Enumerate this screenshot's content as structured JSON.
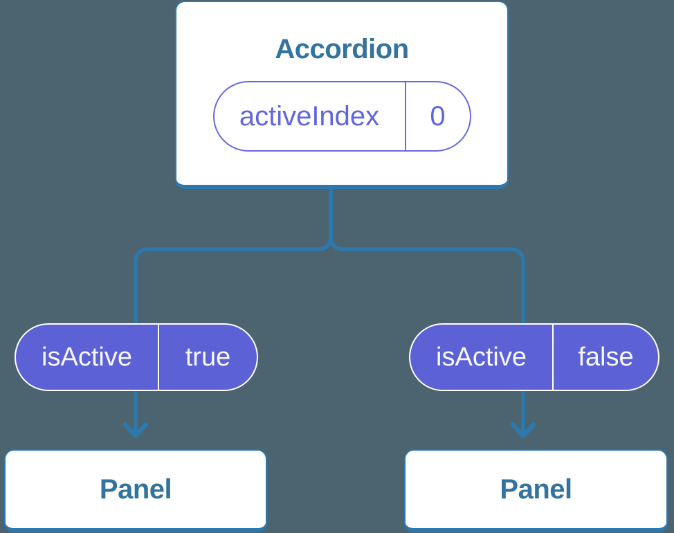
{
  "diagram": {
    "root": {
      "title": "Accordion",
      "state": {
        "name": "activeIndex",
        "value": "0"
      }
    },
    "edges": [
      {
        "prop": {
          "name": "isActive",
          "value": "true"
        }
      },
      {
        "prop": {
          "name": "isActive",
          "value": "false"
        }
      }
    ],
    "children": [
      {
        "title": "Panel"
      },
      {
        "title": "Panel"
      }
    ],
    "icons": [
      {
        "name": "arrow-down-icon",
        "glyph": "↓",
        "count": 2
      }
    ],
    "colors": {
      "background": "#4B646F",
      "connector_blue": "#2D78AC",
      "node_border_blue": "#2D78AC",
      "node_text_blue": "#33739E",
      "prop_pill_purple_fill": "#5C61D6",
      "state_pill_purple": "#666ADF",
      "state_pill_text_purple": "#6266DC",
      "card_fill": "#FFFFFF",
      "prop_pill_text": "#F6F7FF"
    }
  }
}
